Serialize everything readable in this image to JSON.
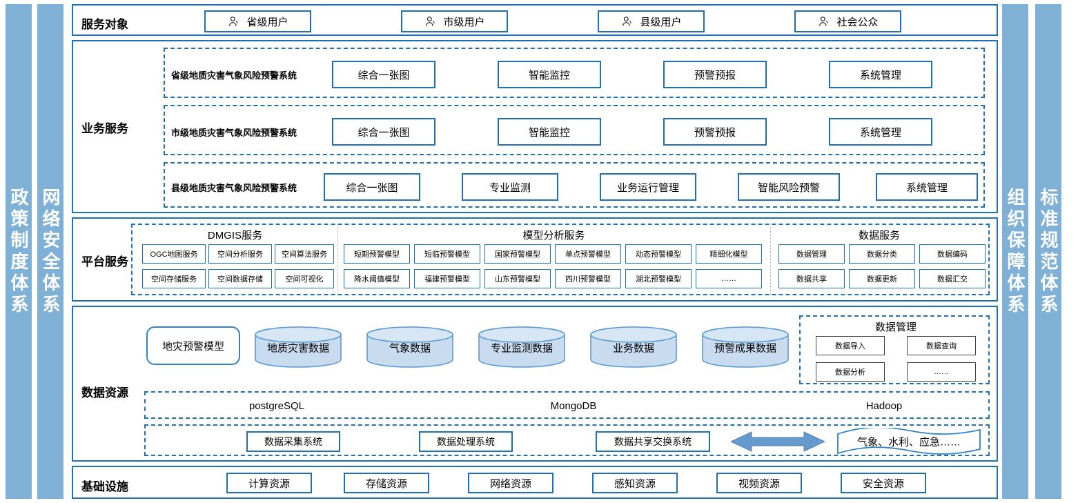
{
  "side_bars": {
    "left": [
      {
        "name": "policy-system",
        "label": "政策制度体系"
      },
      {
        "name": "network-security-system",
        "label": "网络安全体系"
      }
    ],
    "right": [
      {
        "name": "organization-support-system",
        "label": "组织保障体系"
      },
      {
        "name": "standard-specification-system",
        "label": "标准规范体系"
      }
    ]
  },
  "colors": {
    "bar_fill": "#7FB0D5",
    "frame_border": "#1F6FB5",
    "cylinder_fill": "#C9DCEF",
    "cylinder_stroke": "#5B9BD5",
    "arrow_fill": "#6699CC",
    "divider_gray": "#B9BCC0"
  },
  "layers": {
    "service_object": {
      "title": "服务对象",
      "users": [
        {
          "icon": "user-icon",
          "label": "省级用户"
        },
        {
          "icon": "user-icon",
          "label": "市级用户"
        },
        {
          "icon": "user-icon",
          "label": "县级用户"
        },
        {
          "icon": "user-icon",
          "label": "社会公众"
        }
      ]
    },
    "business_service": {
      "title": "业务服务",
      "rows": [
        {
          "system": "省级地质灾害气象风险预警系统",
          "modules": [
            "综合一张图",
            "智能监控",
            "预警预报",
            "系统管理"
          ]
        },
        {
          "system": "市级地质灾害气象风险预警系统",
          "modules": [
            "综合一张图",
            "智能监控",
            "预警预报",
            "系统管理"
          ]
        },
        {
          "system": "县级地质灾害气象风险预警系统",
          "modules": [
            "综合一张图",
            "专业监测",
            "业务运行管理",
            "智能风险预警",
            "系统管理"
          ]
        }
      ]
    },
    "platform_service": {
      "title": "平台服务",
      "groups": [
        {
          "name": "dmgis-service",
          "title": "DMGIS服务",
          "row1": [
            "OGC地图服务",
            "空间分析服务",
            "空间算法服务"
          ],
          "row2": [
            "空间存储服务",
            "空间数据存储",
            "空间可视化"
          ]
        },
        {
          "name": "model-analysis-service",
          "title": "模型分析服务",
          "row1": [
            "短期预警模型",
            "短临预警模型",
            "国家预警模型",
            "单点预警模型",
            "动态预警模型",
            "精细化模型"
          ],
          "row2": [
            "降水阈值模型",
            "福建预警模型",
            "山东预警模型",
            "四川预警模型",
            "湖北预警模型",
            "……"
          ]
        },
        {
          "name": "data-service",
          "title": "数据服务",
          "row1": [
            "数据管理",
            "数据分类",
            "数据编码"
          ],
          "row2": [
            "数据共享",
            "数据更新",
            "数据汇交"
          ]
        }
      ]
    },
    "data_resource": {
      "title": "数据资源",
      "model_box": "地灾预警模型",
      "cylinders": [
        "地质灾害数据",
        "气象数据",
        "专业监测数据",
        "业务数据",
        "预警成果数据"
      ],
      "data_management": {
        "title": "数据管理",
        "items": [
          "数据导入",
          "数据查询",
          "数据分析",
          "……"
        ]
      },
      "databases": [
        "postgreSQL",
        "MongoDB",
        "Hadoop"
      ],
      "exchange": {
        "systems": [
          "数据采集系统",
          "数据处理系统",
          "数据共享交换系统"
        ],
        "arrow": "double-arrow-icon",
        "external": "气象、水利、应急……"
      }
    },
    "infrastructure": {
      "title": "基础设施",
      "items": [
        "计算资源",
        "存储资源",
        "网络资源",
        "感知资源",
        "视频资源",
        "安全资源"
      ]
    }
  }
}
